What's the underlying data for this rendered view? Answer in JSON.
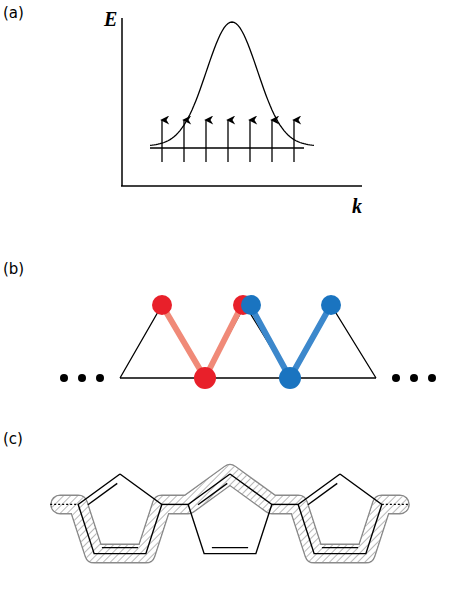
{
  "diagram": {
    "labels": [
      "(a)",
      "E",
      "k",
      "(b)",
      "(c)"
    ]
  }
}
